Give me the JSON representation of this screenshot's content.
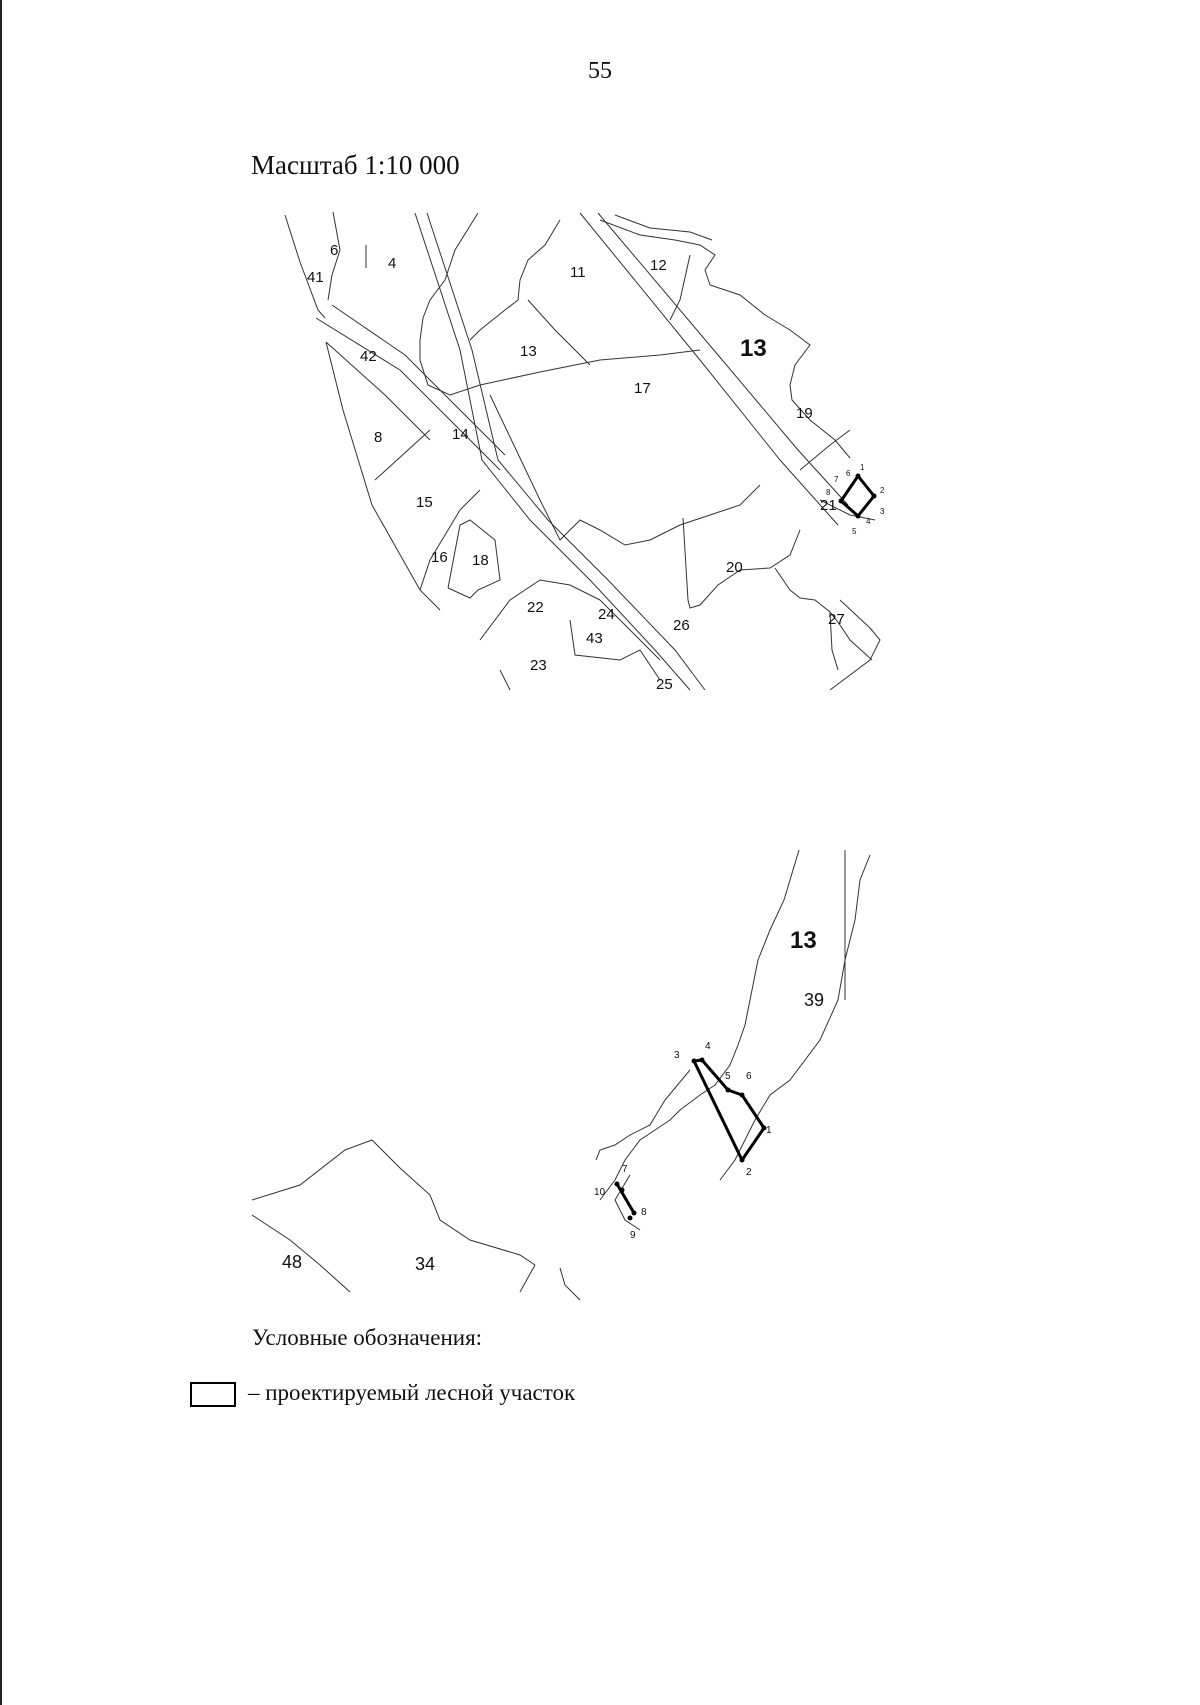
{
  "page_number": "55",
  "scale_label": "Масштаб 1:10 000",
  "map_top": {
    "labels": {
      "l6": "6",
      "l41": "41",
      "l4": "4",
      "l11": "11",
      "l12": "12",
      "l13a": "13",
      "l13b": "13",
      "l42": "42",
      "l17": "17",
      "l19": "19",
      "l8": "8",
      "l14": "14",
      "l15": "15",
      "l21": "21",
      "l16": "16",
      "l18": "18",
      "l20": "20",
      "l22": "22",
      "l24": "24",
      "l26": "26",
      "l27": "27",
      "l43": "43",
      "l23": "23",
      "l25": "25"
    },
    "vertices": [
      "1",
      "2",
      "3",
      "4",
      "5",
      "6",
      "7",
      "8"
    ]
  },
  "map_bottom": {
    "labels": {
      "l13": "13",
      "l39": "39",
      "l48": "48",
      "l34": "34"
    },
    "vertices": [
      "1",
      "2",
      "3",
      "4",
      "5",
      "6",
      "7",
      "8",
      "9",
      "10"
    ]
  },
  "legend": {
    "title": "Условные обозначения:",
    "item": "– проектируемый лесной участок"
  }
}
